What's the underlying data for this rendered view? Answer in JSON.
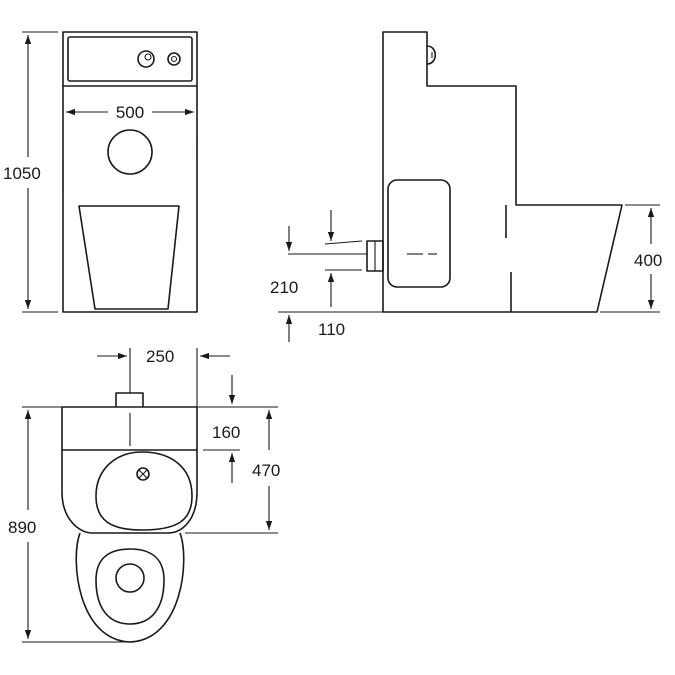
{
  "dimensions": {
    "width_front": "500",
    "height_total": "1050",
    "drain_height": "210",
    "drain_offset": "110",
    "seat_height": "400",
    "top_offset": "250",
    "basin_depth": "160",
    "basin_to_edge": "470",
    "depth_total": "890"
  }
}
